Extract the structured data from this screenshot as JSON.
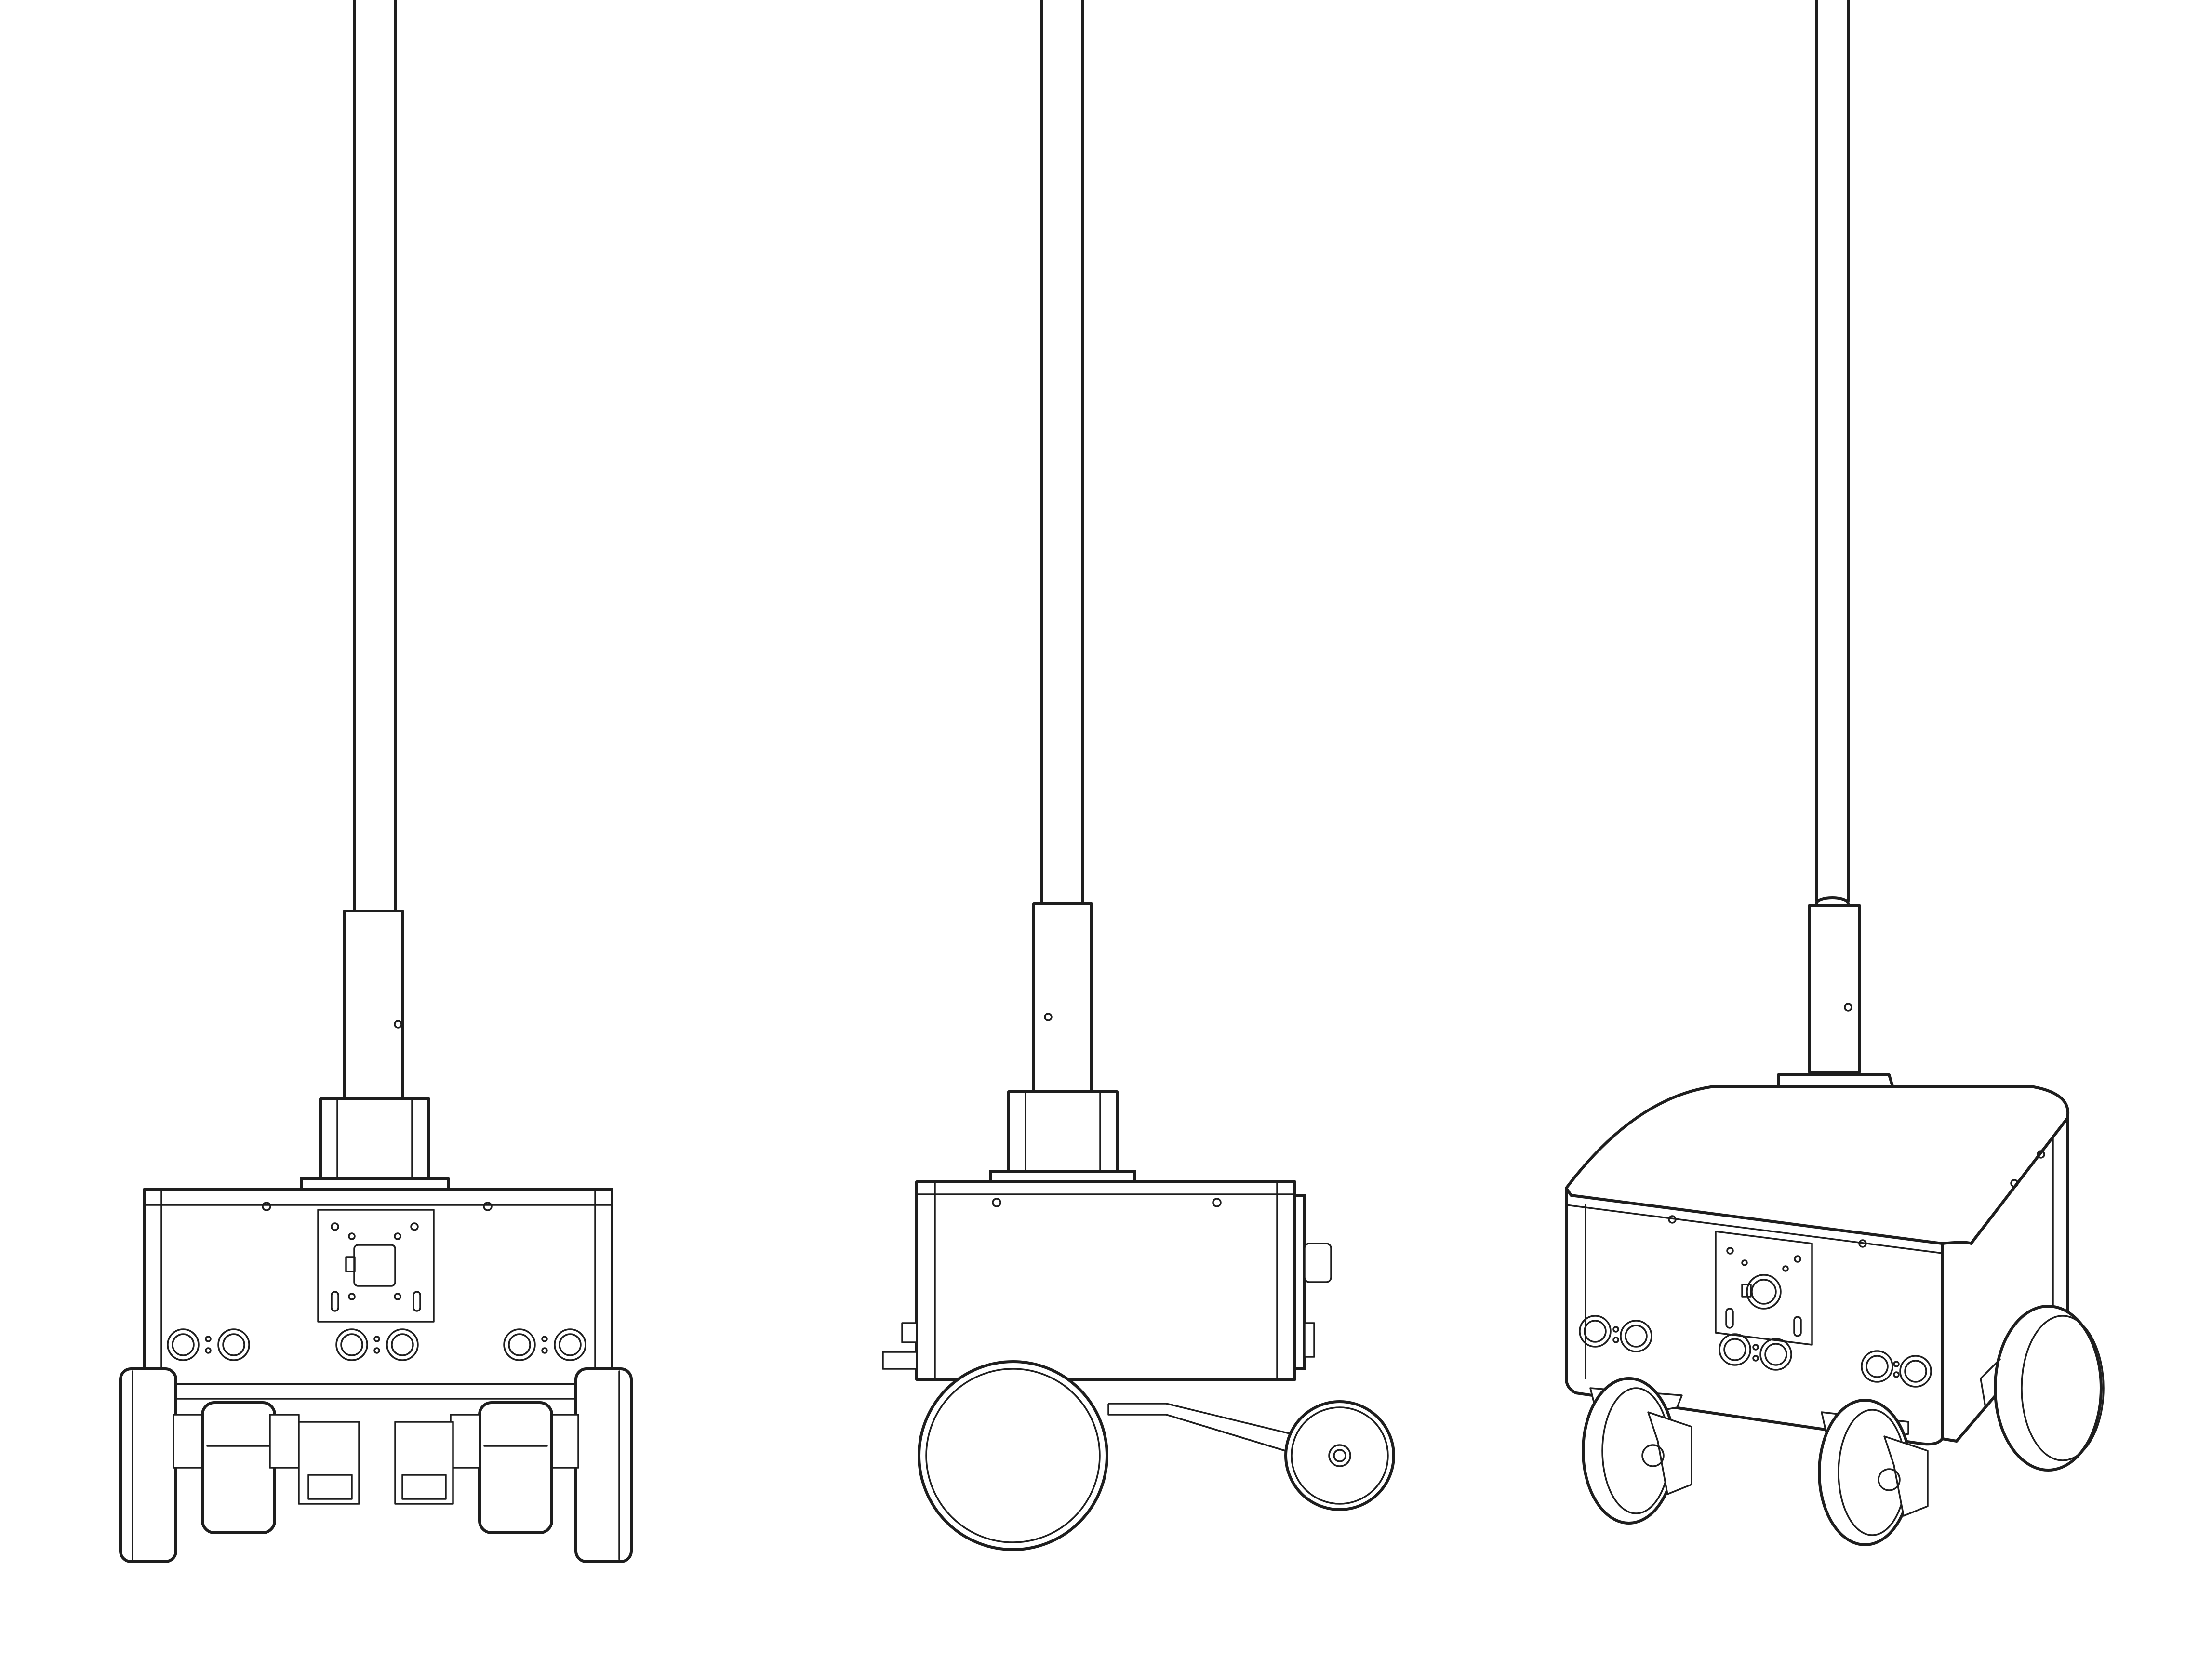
{
  "figure": {
    "views": [
      {
        "id": "front",
        "icon": "front-elevation-view-icon"
      },
      {
        "id": "side",
        "icon": "side-elevation-view-icon"
      },
      {
        "id": "isometric",
        "icon": "isometric-view-icon"
      }
    ],
    "line_color": "#1e1e1e",
    "background": "#ffffff"
  }
}
